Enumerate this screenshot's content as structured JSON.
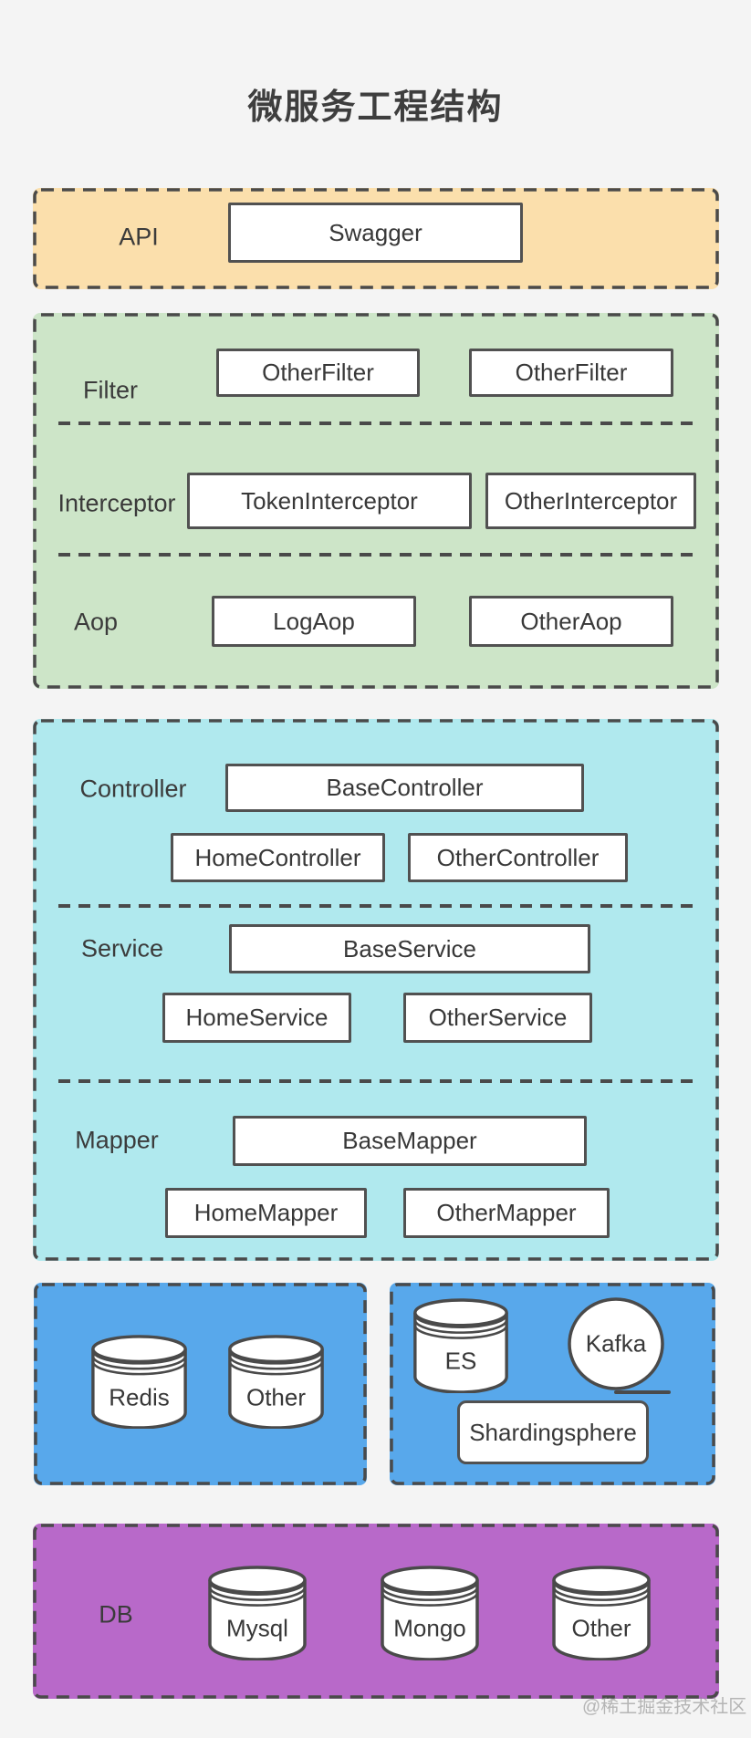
{
  "title": "微服务工程结构",
  "watermark": "@稀土掘金技术社区",
  "colors": {
    "api_bg": "#fbdfac",
    "web_bg": "#cde5c8",
    "mvc_bg": "#b0e9ee",
    "middleware_bg": "#58a8eb",
    "db_bg": "#b869c9",
    "stroke": "#4a4a4a",
    "page_bg": "#f4f4f4"
  },
  "api": {
    "label": "API",
    "box": "Swagger"
  },
  "web": {
    "rows": [
      {
        "label": "Filter",
        "boxes": [
          "OtherFilter",
          "OtherFilter"
        ]
      },
      {
        "label": "Interceptor",
        "boxes": [
          "TokenInterceptor",
          "OtherInterceptor"
        ]
      },
      {
        "label": "Aop",
        "boxes": [
          "LogAop",
          "OtherAop"
        ]
      }
    ]
  },
  "mvc": {
    "rows": [
      {
        "label": "Controller",
        "base": "BaseController",
        "boxes": [
          "HomeController",
          "OtherController"
        ]
      },
      {
        "label": "Service",
        "base": "BaseService",
        "boxes": [
          "HomeService",
          "OtherService"
        ]
      },
      {
        "label": "Mapper",
        "base": "BaseMapper",
        "boxes": [
          "HomeMapper",
          "OtherMapper"
        ]
      }
    ]
  },
  "middleware": {
    "left": {
      "cylinders": [
        "Redis",
        "Other"
      ]
    },
    "right": {
      "cylinder": "ES",
      "circle": "Kafka",
      "box": "Shardingsphere"
    }
  },
  "db": {
    "label": "DB",
    "cylinders": [
      "Mysql",
      "Mongo",
      "Other"
    ]
  }
}
